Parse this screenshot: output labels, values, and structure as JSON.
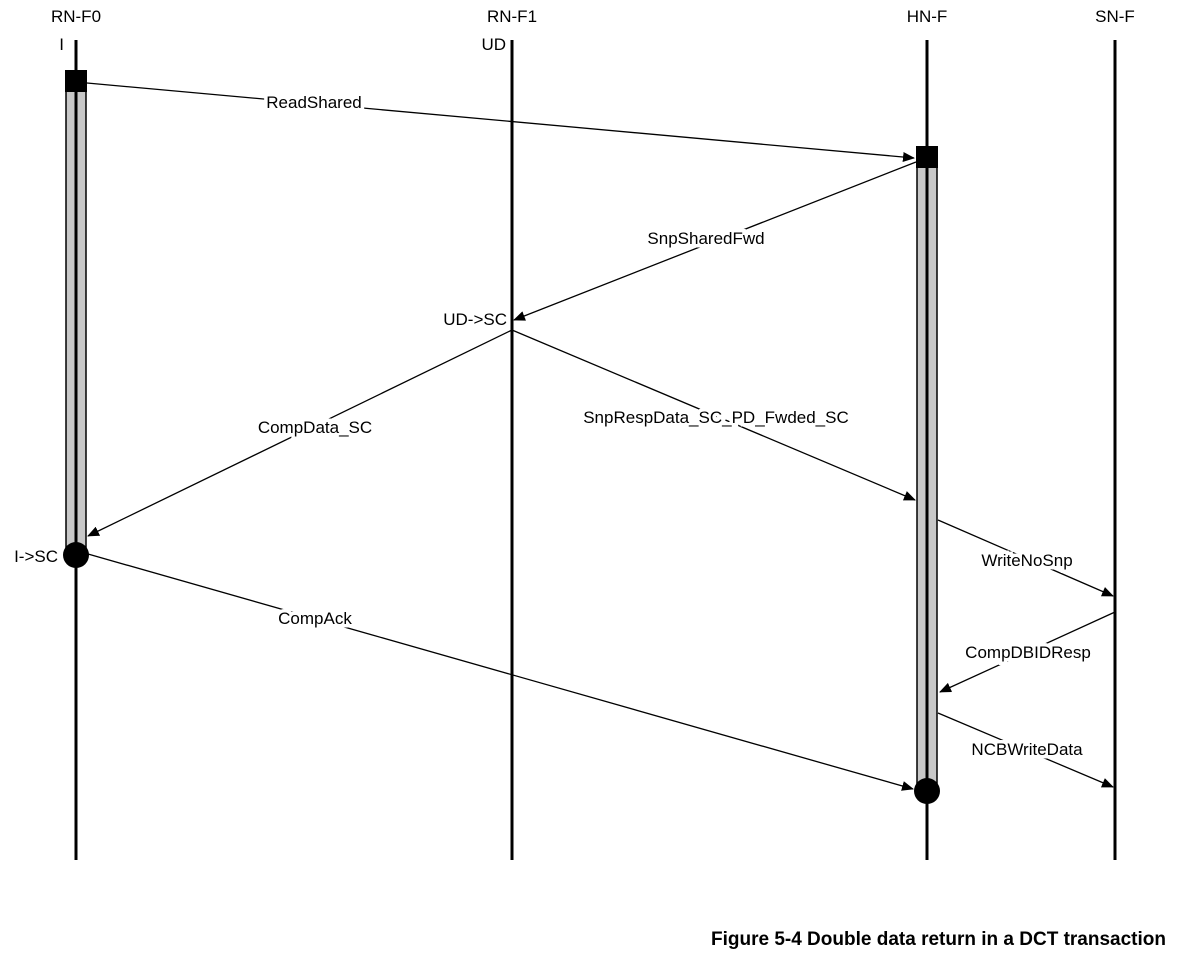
{
  "nodes": [
    {
      "id": "rnf0",
      "name": "RN-F0",
      "initial_state": "I"
    },
    {
      "id": "rnf1",
      "name": "RN-F1",
      "initial_state": "UD"
    },
    {
      "id": "hnf",
      "name": "HN-F",
      "initial_state": ""
    },
    {
      "id": "snf",
      "name": "SN-F",
      "initial_state": ""
    }
  ],
  "messages": [
    {
      "id": "readshared",
      "label": "ReadShared",
      "from": "RN-F0",
      "to": "HN-F"
    },
    {
      "id": "snpsharedfwd",
      "label": "SnpSharedFwd",
      "from": "HN-F",
      "to": "RN-F1"
    },
    {
      "id": "compdata",
      "label": "CompData_SC",
      "from": "RN-F1",
      "to": "RN-F0"
    },
    {
      "id": "snprespdata",
      "label": "SnpRespData_SC_PD_Fwded_SC",
      "from": "RN-F1",
      "to": "HN-F"
    },
    {
      "id": "writenosnp",
      "label": "WriteNoSnp",
      "from": "HN-F",
      "to": "SN-F"
    },
    {
      "id": "compdbidresp",
      "label": "CompDBIDResp",
      "from": "SN-F",
      "to": "HN-F"
    },
    {
      "id": "compack",
      "label": "CompAck",
      "from": "RN-F0",
      "to": "HN-F"
    },
    {
      "id": "ncbwritedata",
      "label": "NCBWriteData",
      "from": "HN-F",
      "to": "SN-F"
    }
  ],
  "state_changes": [
    {
      "id": "rnf1",
      "label": "UD->SC"
    },
    {
      "id": "rnf0",
      "label": "I->SC"
    }
  ],
  "caption": "Figure 5-4 Double data return in a DCT transaction"
}
